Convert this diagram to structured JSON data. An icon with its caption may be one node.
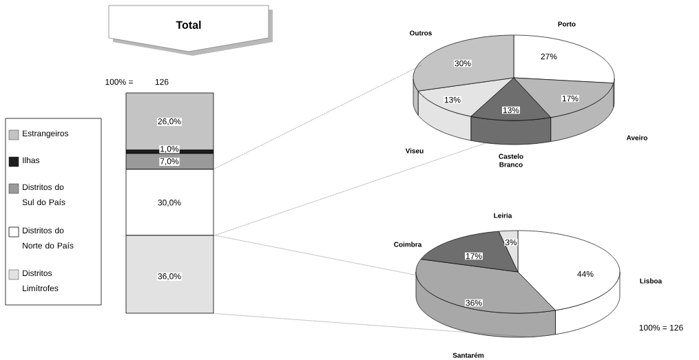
{
  "diagram": {
    "nodes": [
      {
        "text": [
          "Total"
        ]
      },
      {
        "text": [
          "26,0%"
        ]
      },
      {
        "text": [
          "1,0%"
        ]
      },
      {
        "text": [
          "7,0%"
        ]
      },
      {
        "text": [
          "30,0%"
        ]
      },
      {
        "text": [
          "36,0%"
        ]
      },
      {
        "text": [
          "27%",
          "17%",
          "13%",
          "13%",
          "30%"
        ],
        "beside": [
          "Porto",
          "Aveiro",
          "Castelo Branco",
          "Viseu",
          "Outros"
        ]
      },
      {
        "text": [
          "44%",
          "36%",
          "17%",
          "3%"
        ],
        "beside": [
          "Lisboa",
          "Santarém",
          "Coimbra",
          "Leiria"
        ]
      }
    ],
    "edges": [
      {
        "from": 4,
        "to": 6,
        "arrow": "none",
        "style": "dashed"
      },
      {
        "from": 4,
        "to": 6,
        "arrow": "none",
        "style": "dashed"
      },
      {
        "from": 5,
        "to": 7,
        "arrow": "none",
        "style": "dashed"
      },
      {
        "from": 5,
        "to": 7,
        "arrow": "none",
        "style": "dashed"
      }
    ],
    "labels": [
      "100% =",
      "126",
      "100% = 126"
    ],
    "legend": [
      {
        "text": "Estrangeiros",
        "color": "#c4c4c4"
      },
      {
        "text": "Ilhas",
        "color": "#1e1e1e"
      },
      {
        "text": "Distritos do Sul do País",
        "color": "#9a9a9a"
      },
      {
        "text": "Distritos do Norte do País"
      },
      {
        "text": "Distritos Limítrofes",
        "color": "#e2e2e2"
      }
    ]
  }
}
